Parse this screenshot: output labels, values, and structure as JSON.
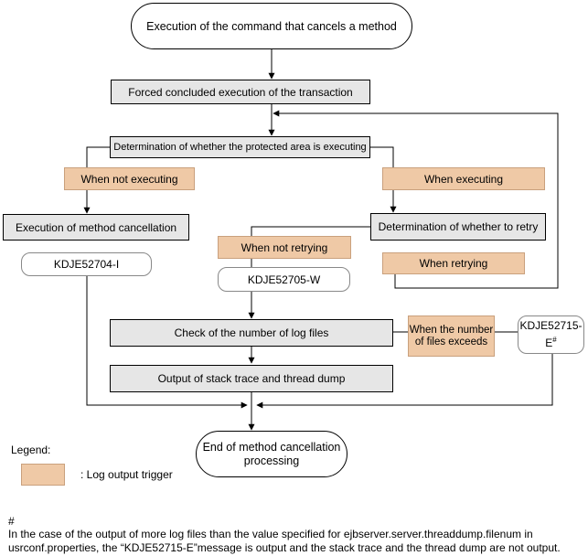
{
  "nodes": {
    "start": "Execution of the command that cancels a method",
    "forced": "Forced concluded execution of the transaction",
    "determine_protected": "Determination of whether the protected area is executing",
    "when_not_executing": "When not executing",
    "when_executing": "When executing",
    "exec_cancel": "Execution of method cancellation",
    "determine_retry": "Determination of whether to retry",
    "msg_704": "KDJE52704-I",
    "when_not_retrying": "When not retrying",
    "when_retrying": "When retrying",
    "msg_705": "KDJE52705-W",
    "check_logs": "Check of the number of log files",
    "files_exceeds": "When the number of files exceeds",
    "msg_715": "KDJE52715-E",
    "msg_715_sup": "#",
    "output_stack": "Output of stack trace and thread dump",
    "end": "End of method cancellation processing"
  },
  "legend": {
    "title": "Legend:",
    "trigger_label": ": Log output trigger"
  },
  "footnote": {
    "mark": "#",
    "text": "In the case of the output of more log files than the value specified for ejbserver.server.threaddump.filenum in usrconf.properties, the “KDJE52715-E”message is output and the stack trace and the thread dump are not output."
  }
}
